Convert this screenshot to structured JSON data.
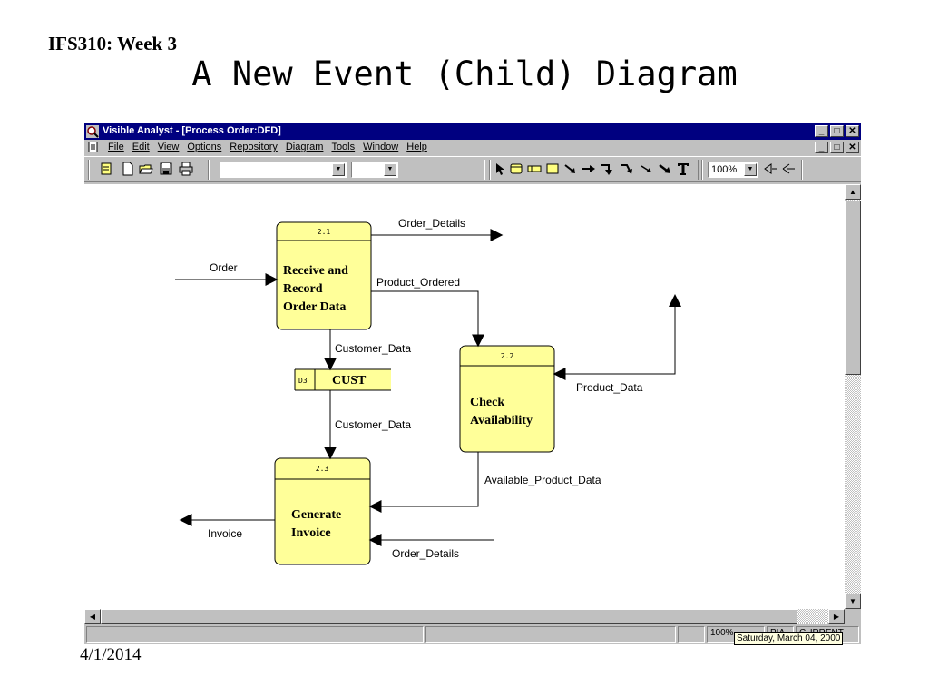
{
  "slide": {
    "course": "IFS310: Week 3",
    "title": "A New Event (Child) Diagram",
    "date": "4/1/2014"
  },
  "window": {
    "title": "Visible Analyst - [Process Order:DFD]",
    "menu": [
      "File",
      "Edit",
      "View",
      "Options",
      "Repository",
      "Diagram",
      "Tools",
      "Window",
      "Help"
    ],
    "zoom": "100%",
    "icons": [
      "visible-analyst-icon",
      "minimize-icon",
      "maximize-icon",
      "close-icon",
      "new-icon",
      "open-icon",
      "save-icon",
      "print-icon",
      "pointer-icon",
      "process-tool-icon",
      "datastore-tool-icon",
      "entity-tool-icon",
      "line-tool-icon",
      "text-tool-icon",
      "zoom-in-icon",
      "zoom-out-icon"
    ]
  },
  "diagram": {
    "processes": [
      {
        "id": "2.1",
        "line1": "Receive and",
        "line2": "Record",
        "line3": "Order Data"
      },
      {
        "id": "2.2",
        "line1": "Check",
        "line2": "Availability"
      },
      {
        "id": "2.3",
        "line1": "Generate",
        "line2": "Invoice"
      }
    ],
    "datastore": {
      "id": "D3",
      "name": "CUST"
    },
    "flows": {
      "order_details_out": "Order_Details",
      "order_in": "Order",
      "product_ordered": "Product_Ordered",
      "customer_data_1": "Customer_Data",
      "customer_data_2": "Customer_Data",
      "product_data": "Product_Data",
      "available_product_data": "Available_Product_Data",
      "invoice": "Invoice",
      "order_details_in": "Order_Details"
    }
  },
  "status": {
    "zoom": "100%",
    "mode": "PIA",
    "state": "CURRENT",
    "tooltip": "Saturday, March 04, 2000"
  }
}
